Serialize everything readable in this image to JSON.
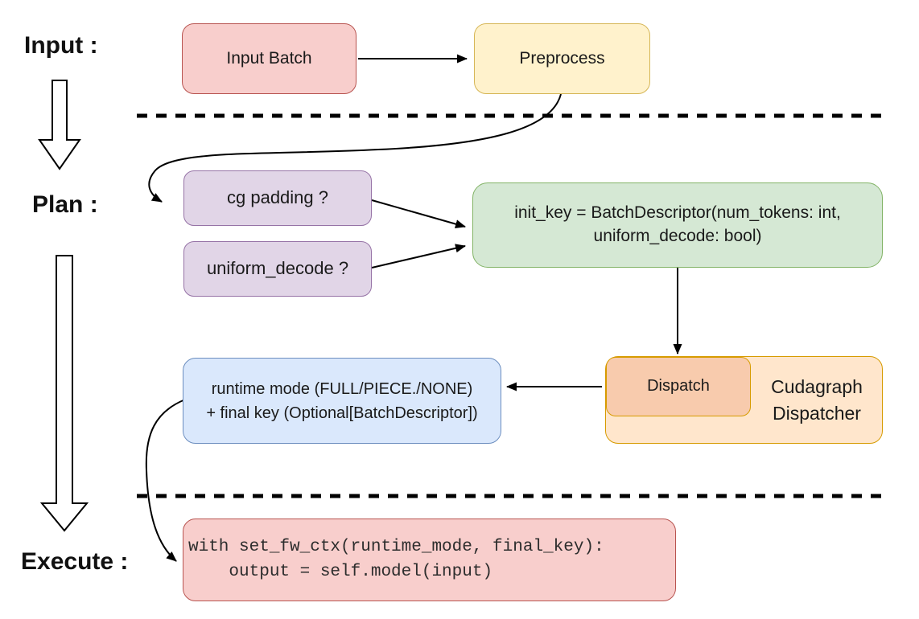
{
  "colors": {
    "red-fill": "#F8CECC",
    "red-stroke": "#B85450",
    "yellow-fill": "#FFF2CC",
    "yellow-stroke": "#D6B656",
    "purple-fill": "#E1D5E7",
    "purple-stroke": "#9673A6",
    "green-fill": "#D5E8D4",
    "green-stroke": "#82B366",
    "blue-fill": "#DAE8FC",
    "blue-stroke": "#6C8EBF",
    "orange-fill": "#FFE6CC",
    "orange-stroke": "#D79B00",
    "dispatch-fill": "#F8CBAD",
    "line-color": "#000000"
  },
  "stages": {
    "input": "Input :",
    "plan": "Plan :",
    "execute": "Execute :"
  },
  "nodes": {
    "input_batch": "Input Batch",
    "preprocess": "Preprocess",
    "cg_padding": "cg padding ?",
    "uniform_decode": "uniform_decode ?",
    "init_key_line1": "init_key = BatchDescriptor(num_tokens: int,",
    "init_key_line2": "uniform_decode: bool)",
    "dispatch": "Dispatch",
    "dispatcher_line1": "Cudagraph",
    "dispatcher_line2": "Dispatcher",
    "runtime_line1": "runtime mode (FULL/PIECE./NONE)",
    "runtime_line2": "+ final key (Optional[BatchDescriptor])",
    "code_line1": "with set_fw_ctx(runtime_mode, final_key):",
    "code_line2": "    output = self.model(input)"
  }
}
